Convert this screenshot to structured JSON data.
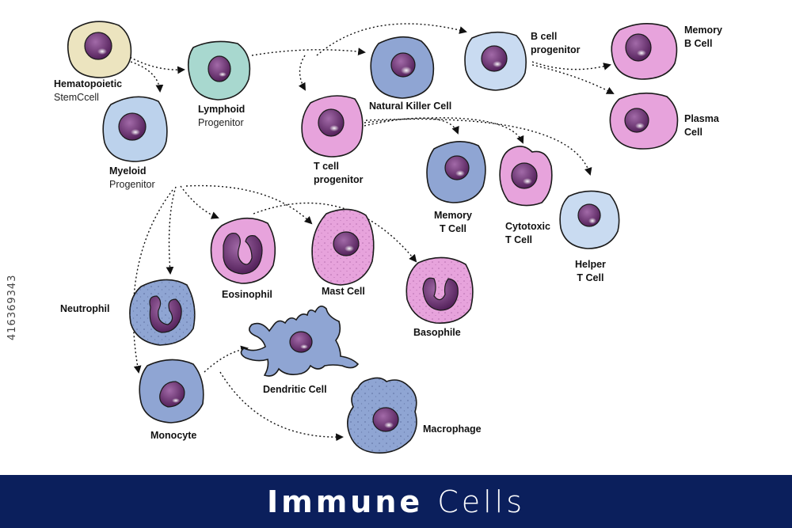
{
  "banner": {
    "title_bold": "Immune",
    "title_light": "Cells"
  },
  "side_id": "416369343",
  "cells": {
    "hsc": {
      "title": "Hematopoietic",
      "subtitle": "StemCcell"
    },
    "lymphoid": {
      "title": "Lymphoid",
      "subtitle": "Progenitor"
    },
    "myeloid": {
      "title": "Myeloid",
      "subtitle": "Progenitor"
    },
    "nk": {
      "title": "Natural Killer Cell"
    },
    "bprog": {
      "line1": "B cell",
      "line2": "progenitor"
    },
    "memb": {
      "line1": "Memory",
      "line2": "B Cell"
    },
    "plasma": {
      "line1": "Plasma",
      "line2": "Cell"
    },
    "tprog": {
      "line1": "T cell",
      "line2": "progenitor"
    },
    "memt": {
      "line1": "Memory",
      "line2": "T Cell"
    },
    "cyto": {
      "line1": "Cytotoxic",
      "line2": "T Cell"
    },
    "helper": {
      "line1": "Helper",
      "line2": "T Cell"
    },
    "eos": {
      "title": "Eosinophil"
    },
    "mast": {
      "title": "Mast Cell"
    },
    "baso": {
      "title": "Basophile"
    },
    "neut": {
      "title": "Neutrophil"
    },
    "dend": {
      "title": "Dendritic Cell"
    },
    "mono": {
      "title": "Monocyte"
    },
    "macro": {
      "title": "Macrophage"
    }
  },
  "colors": {
    "hsc": "#ece4bf",
    "lymphoid": "#a8d8cf",
    "myeloid": "#bcd2ec",
    "blue_cell": "#9fb4da",
    "light_blue": "#c9dbf1",
    "pink": "#e7a3dc",
    "nucleus": "#6b2f6f",
    "banner": "#0b1f5c",
    "outline": "#1a1a1a"
  }
}
